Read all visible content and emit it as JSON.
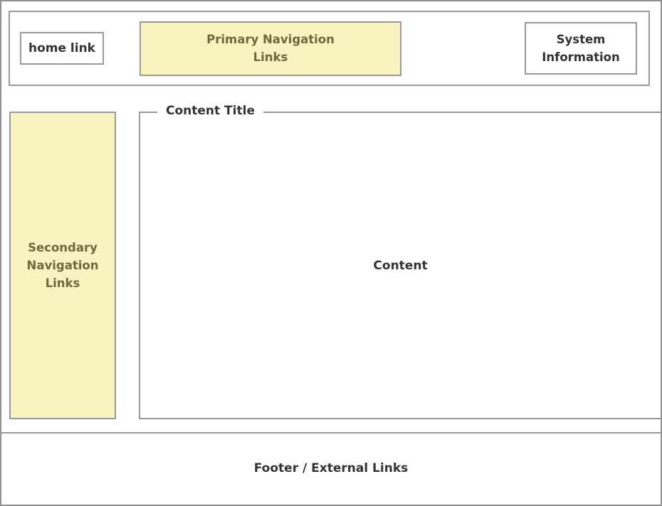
{
  "header": {
    "home_link": "home link",
    "primary_navigation": "Primary Navigation\nLinks",
    "system_information": "System\nInformation"
  },
  "sidebar": {
    "secondary_navigation": "Secondary\nNavigation\nLinks"
  },
  "content": {
    "title": "Content Title",
    "body": "Content"
  },
  "footer": {
    "label": "Footer / External Links"
  },
  "colors": {
    "highlight_bg": "#F9F2C1",
    "highlight_text": "#6C6A3F",
    "border_gray": "#999999",
    "outer_border": "#919191",
    "text_dark": "#333333",
    "page_bg": "#FFFFFF"
  }
}
